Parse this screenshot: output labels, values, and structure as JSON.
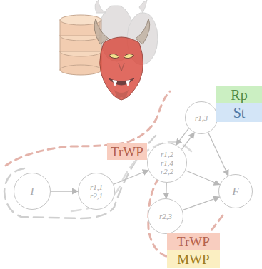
{
  "diagram": {
    "nodes": [
      {
        "text": [
          "I"
        ]
      },
      {
        "text": [
          "r1,1",
          "r2,1"
        ]
      },
      {
        "text": [
          "r1,2",
          "r1,4",
          "r2,2"
        ]
      },
      {
        "text": [
          "r1,3"
        ]
      },
      {
        "text": [
          "r2,3"
        ]
      },
      {
        "text": [
          "F"
        ]
      },
      {
        "text": [
          "TrWP"
        ]
      },
      {
        "text": [
          "Rp"
        ]
      },
      {
        "text": [
          "St"
        ]
      },
      {
        "text": [
          "TrWP"
        ]
      },
      {
        "text": [
          "MWP"
        ]
      }
    ],
    "edges": [
      {
        "from": 0,
        "to": 1,
        "arrow": "to"
      },
      {
        "from": 1,
        "to": 2,
        "arrow": "to"
      },
      {
        "from": 2,
        "to": 3,
        "arrow": "to"
      },
      {
        "from": 3,
        "to": 2,
        "arrow": "to"
      },
      {
        "from": 2,
        "to": 4,
        "arrow": "to"
      },
      {
        "from": 2,
        "to": 5,
        "arrow": "to"
      },
      {
        "from": 3,
        "to": 5,
        "arrow": "to"
      },
      {
        "from": 4,
        "to": 5,
        "arrow": "to"
      }
    ]
  }
}
